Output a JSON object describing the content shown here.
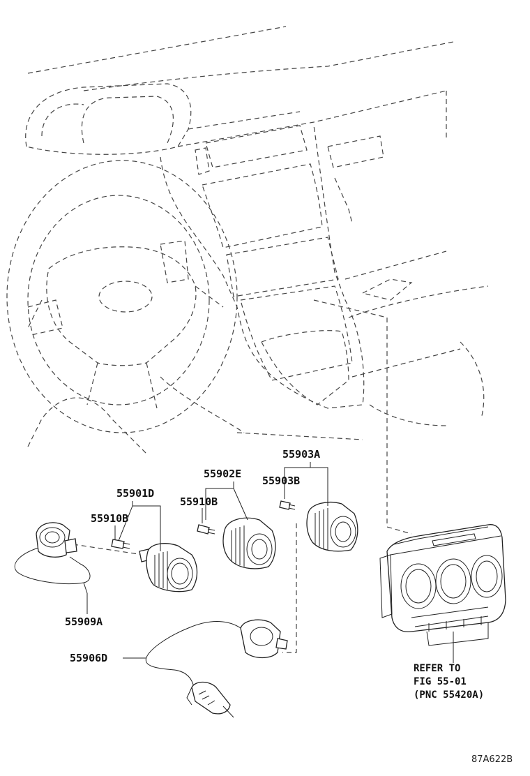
{
  "parts": {
    "p55901d": "55901D",
    "p55902e": "55902E",
    "p55903a": "55903A",
    "p55903b": "55903B",
    "p55910b_left": "55910B",
    "p55910b_mid": "55910B",
    "p55909a": "55909A",
    "p55906d": "55906D"
  },
  "reference": {
    "line1": "REFER TO",
    "line2": "FIG 55-01",
    "line3": "(PNC 55420A)"
  },
  "figure_code": "87A622B"
}
